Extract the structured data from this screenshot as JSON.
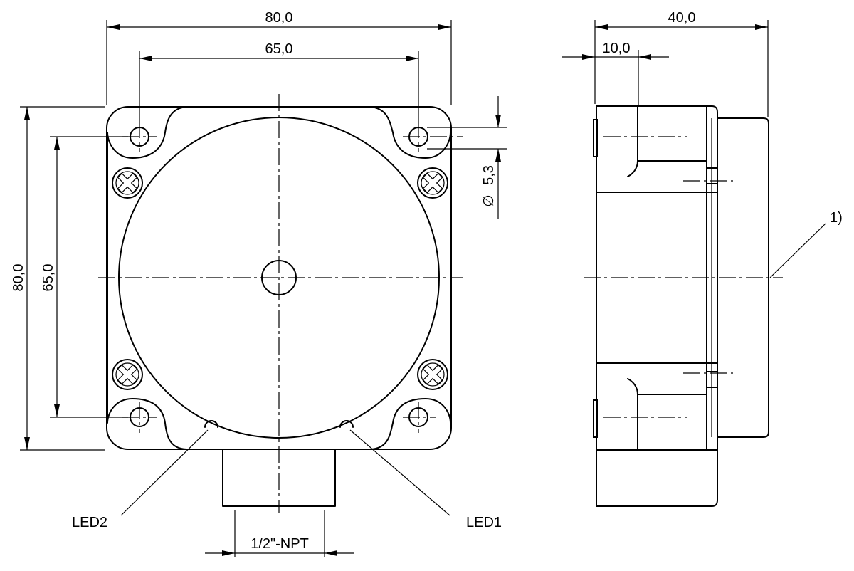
{
  "front_view": {
    "width_dim": "80,0",
    "hole_spacing_x_dim": "65,0",
    "height_dim": "80,0",
    "hole_spacing_y_dim": "65,0",
    "hole_diameter_symbol": "∅",
    "hole_diameter_value": "5,3",
    "led_left_label": "LED2",
    "led_right_label": "LED1",
    "connector_label": "1/2\"-NPT"
  },
  "side_view": {
    "depth_dim": "40,0",
    "flange_dim": "10,0",
    "callout": "1)"
  },
  "colors": {
    "line": "#000000",
    "background": "#ffffff"
  }
}
